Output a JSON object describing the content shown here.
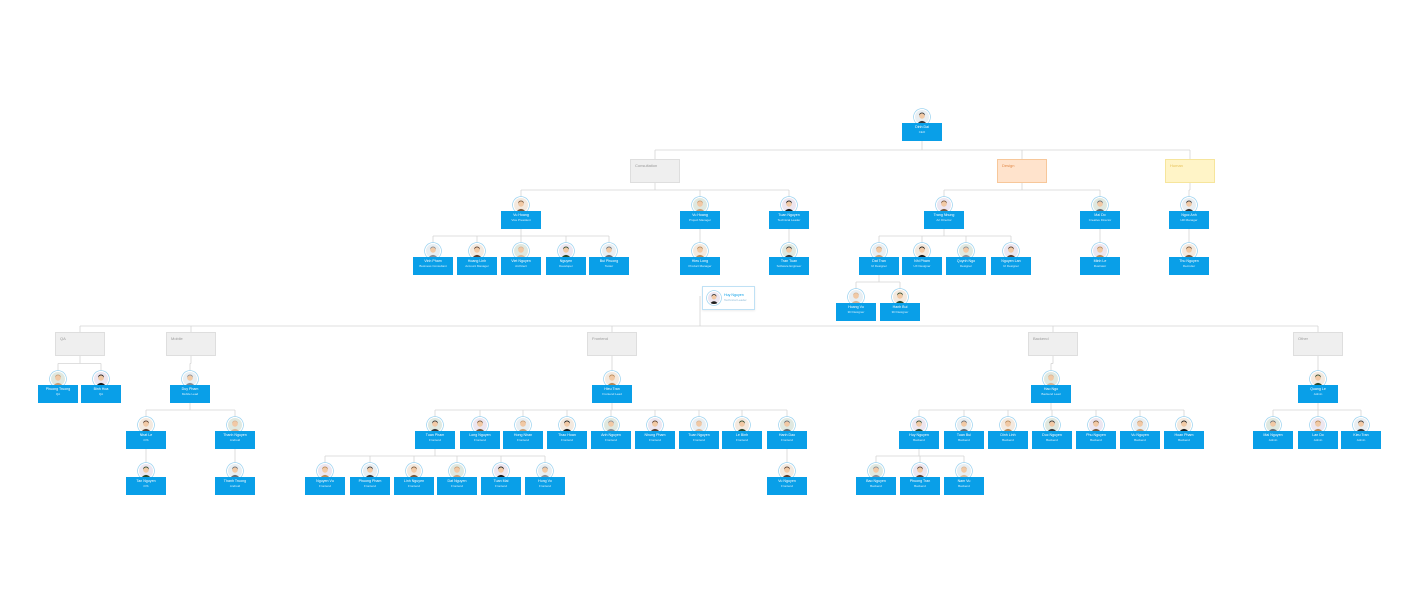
{
  "colors": {
    "node": "#099fe8",
    "line": "#d4d4d4",
    "group": "#efefef",
    "design": "#ffe3cc",
    "hr": "#fff4c7"
  },
  "groups": [
    {
      "id": "g-consultation",
      "label": "Consultation",
      "style": "default"
    },
    {
      "id": "g-design",
      "label": "Design",
      "style": "design"
    },
    {
      "id": "g-hr",
      "label": "Human",
      "style": "hr"
    },
    {
      "id": "g-qa",
      "label": "QA",
      "style": "default"
    },
    {
      "id": "g-mobile",
      "label": "Mobile",
      "style": "default"
    },
    {
      "id": "g-frontend",
      "label": "Frontend",
      "style": "default"
    },
    {
      "id": "g-backend",
      "label": "Backend",
      "style": "default"
    },
    {
      "id": "g-other",
      "label": "Other",
      "style": "default"
    }
  ],
  "people": [
    {
      "id": "ceo",
      "name": "Dinh Dai",
      "role": "CEO"
    },
    {
      "id": "c1",
      "name": "Vu Hoang",
      "role": "Vice President"
    },
    {
      "id": "c2",
      "name": "Vu Hoang",
      "role": "Project Manager"
    },
    {
      "id": "c3",
      "name": "Tuan Nguyen",
      "role": "Technical Leader"
    },
    {
      "id": "c1a",
      "name": "Vinh Pham",
      "role": "Business Consultant"
    },
    {
      "id": "c1b",
      "name": "Hoang Linh",
      "role": "Account Manager"
    },
    {
      "id": "c1c",
      "name": "Viet Nguyen",
      "role": "Architect"
    },
    {
      "id": "c1d",
      "name": "Nguyen",
      "role": "Developer"
    },
    {
      "id": "c1e",
      "name": "Bui Phuong",
      "role": "Tester"
    },
    {
      "id": "c2a",
      "name": "Hieu Long",
      "role": "Product Manager"
    },
    {
      "id": "c3a",
      "name": "Tran Tuan",
      "role": "Software Engineer"
    },
    {
      "id": "d1",
      "name": "Trang Nhung",
      "role": "Art Director"
    },
    {
      "id": "d1a",
      "name": "Dat Tran",
      "role": "UI Designer"
    },
    {
      "id": "d1b",
      "name": "Nhi Pham",
      "role": "UX Designer"
    },
    {
      "id": "d1c",
      "name": "Quynh Ngo",
      "role": "Designer"
    },
    {
      "id": "d1d",
      "name": "Nguyen Lan",
      "role": "UI Designer"
    },
    {
      "id": "d1e",
      "name": "Hoang Vu",
      "role": "3D Designer"
    },
    {
      "id": "d1f",
      "name": "Hanh Bui",
      "role": "3D Designer"
    },
    {
      "id": "d2",
      "name": "Mai Do",
      "role": "Creative Director"
    },
    {
      "id": "d2a",
      "name": "Minh Le",
      "role": "Illustrator"
    },
    {
      "id": "h1",
      "name": "Ngoc Anh",
      "role": "HR Manager"
    },
    {
      "id": "h1a",
      "name": "Thu Nguyen",
      "role": "Recruiter"
    },
    {
      "id": "card",
      "name": "Huy Nguyen",
      "role": "Technical Leader"
    },
    {
      "id": "q1",
      "name": "Phuong Truong",
      "role": "QA"
    },
    {
      "id": "q2",
      "name": "Binh Hoa",
      "role": "QA"
    },
    {
      "id": "m1",
      "name": "Duy Pham",
      "role": "Mobile Lead"
    },
    {
      "id": "m1a",
      "name": "Nhat Le",
      "role": "iOS"
    },
    {
      "id": "m1b",
      "name": "Thanh Nguyen",
      "role": "Android"
    },
    {
      "id": "m1a1",
      "name": "Tan Nguyen",
      "role": "iOS"
    },
    {
      "id": "m1b1",
      "name": "Thanh Truong",
      "role": "Android"
    },
    {
      "id": "f1",
      "name": "Hieu Tran",
      "role": "Frontend Lead"
    },
    {
      "id": "f1a",
      "name": "Tuan Pham",
      "role": "Frontend"
    },
    {
      "id": "f1b",
      "name": "Long Nguyen",
      "role": "Frontend"
    },
    {
      "id": "f1c",
      "name": "Hong Nhan",
      "role": "Frontend"
    },
    {
      "id": "f1d",
      "name": "Thao Hoan",
      "role": "Frontend"
    },
    {
      "id": "f1e",
      "name": "Anh Nguyen",
      "role": "Frontend"
    },
    {
      "id": "f1f",
      "name": "Nhung Pham",
      "role": "Frontend"
    },
    {
      "id": "f1g",
      "name": "Tuan Nguyen",
      "role": "Frontend"
    },
    {
      "id": "f1h",
      "name": "Le Binh",
      "role": "Frontend"
    },
    {
      "id": "f1i",
      "name": "Hanh Dao",
      "role": "Frontend"
    },
    {
      "id": "f1a1",
      "name": "Nguyen Vu",
      "role": "Frontend"
    },
    {
      "id": "f1a2",
      "name": "Phuong Pham",
      "role": "Frontend"
    },
    {
      "id": "f1a3",
      "name": "Linh Nguyen",
      "role": "Frontend"
    },
    {
      "id": "f1a4",
      "name": "Dat Nguyen",
      "role": "Frontend"
    },
    {
      "id": "f1a5",
      "name": "Tuan Mai",
      "role": "Frontend"
    },
    {
      "id": "f1a6",
      "name": "Hung Vo",
      "role": "Frontend"
    },
    {
      "id": "f1i1",
      "name": "Vu Nguyen",
      "role": "Frontend"
    },
    {
      "id": "b1",
      "name": "Hao Ngo",
      "role": "Backend Lead"
    },
    {
      "id": "b1a",
      "name": "Huy Nguyen",
      "role": "Backend"
    },
    {
      "id": "b1b",
      "name": "Tuan Bui",
      "role": "Backend"
    },
    {
      "id": "b1c",
      "name": "Dinh Linh",
      "role": "Backend"
    },
    {
      "id": "b1d",
      "name": "Duc Nguyen",
      "role": "Backend"
    },
    {
      "id": "b1e",
      "name": "Phu Nguyen",
      "role": "Backend"
    },
    {
      "id": "b1f",
      "name": "Vu Nguyen",
      "role": "Backend"
    },
    {
      "id": "b1g",
      "name": "Hoan Pham",
      "role": "Backend"
    },
    {
      "id": "b1a1",
      "name": "Bao Nguyen",
      "role": "Backend"
    },
    {
      "id": "b1a2",
      "name": "Phuong Tran",
      "role": "Backend"
    },
    {
      "id": "b1a3",
      "name": "Nam Vu",
      "role": "Backend"
    },
    {
      "id": "o1",
      "name": "Quang Le",
      "role": "Admin"
    },
    {
      "id": "o1a",
      "name": "Mai Nguyen",
      "role": "Admin"
    },
    {
      "id": "o1b",
      "name": "Lan Do",
      "role": "Admin"
    },
    {
      "id": "o1c",
      "name": "Kieu Tran",
      "role": "Admin"
    }
  ]
}
